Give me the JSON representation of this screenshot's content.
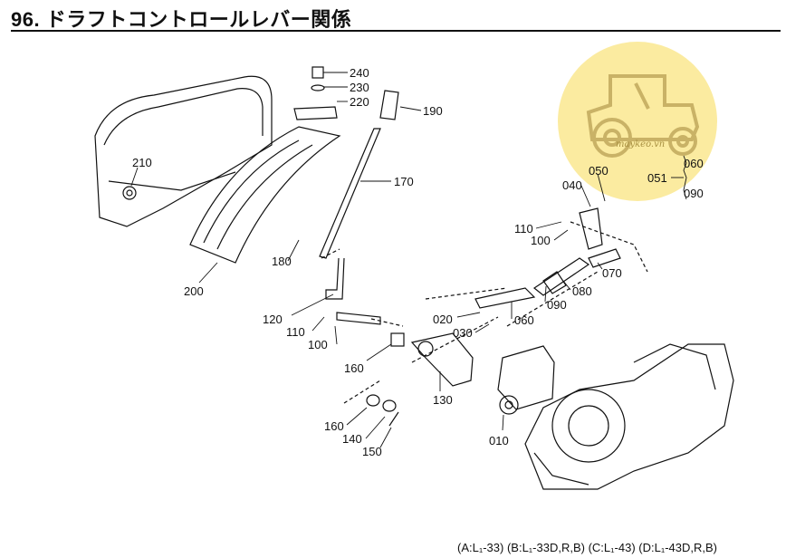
{
  "title": "96. ドラフトコントロールレバー関係",
  "watermark": "maykeo.vn",
  "footer": "(A:L₁-33) (B:L₁-33D,R,B) (C:L₁-43) (D:L₁-43D,R,B)",
  "labels": {
    "p240": "240",
    "p230": "230",
    "p220": "220",
    "p190": "190",
    "p170": "170",
    "p210": "210",
    "p200": "200",
    "p180": "180",
    "p120": "120",
    "p110a": "110",
    "p100a": "100",
    "p160a": "160",
    "p130": "130",
    "p160b": "160",
    "p140": "140",
    "p150": "150",
    "p010": "010",
    "p020": "020",
    "p030": "030",
    "p060a": "060",
    "p090a": "090",
    "p080": "080",
    "p070": "070",
    "p110b": "110",
    "p100b": "100",
    "p040": "040",
    "p050": "050",
    "p051": "051",
    "p060b": "060",
    "p090b": "090"
  },
  "colors": {
    "logo_bg": "#fbeba0",
    "logo_line": "#c9b266",
    "ink": "#111111"
  }
}
